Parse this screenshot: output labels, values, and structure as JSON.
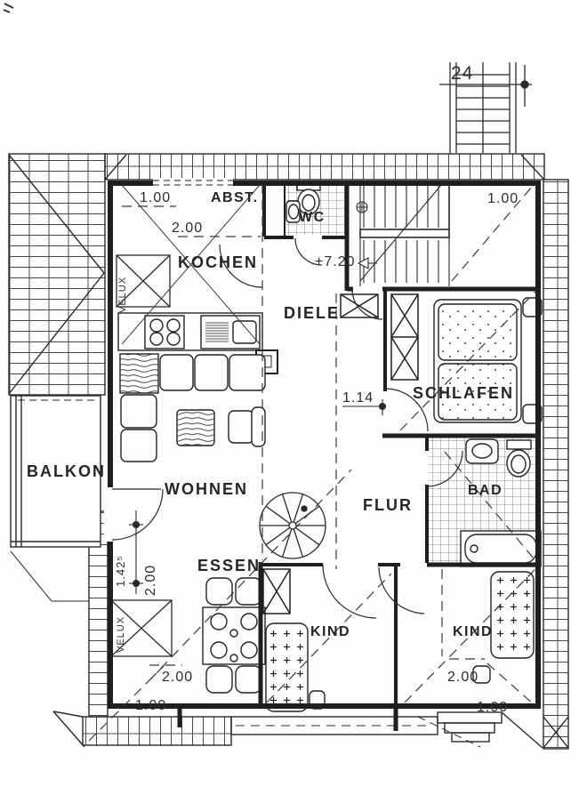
{
  "plan": {
    "rooms": {
      "balkon": "BALKON",
      "kochen": "KOCHEN",
      "abst": "ABST.",
      "wc": "WC",
      "diele": "DIELE",
      "schlafen": "SCHLAFEN",
      "wohnen": "WOHNEN",
      "flur": "FLUR",
      "bad": "BAD",
      "essen": "ESSEN",
      "kind_left": "KIND",
      "kind_right": "KIND"
    },
    "dims": {
      "kochen_a": "1.00",
      "kochen_b": "2.00",
      "landing": "1.00",
      "schlafen_door": "1.14",
      "left_wall": "1.42⁵",
      "left_wall_b": "2.00",
      "bottom_left_a": "2.00",
      "bottom_left_b": "1.00",
      "bottom_right_a": "2.00",
      "bottom_right_b": "1.00"
    },
    "notes": {
      "level": "+7.20",
      "stair_number": "24",
      "velux_kitchen": "VELUX",
      "velux_lower": "VELUX"
    },
    "colors": {
      "paper": "#fdfdfb",
      "ink": "#262626"
    }
  }
}
